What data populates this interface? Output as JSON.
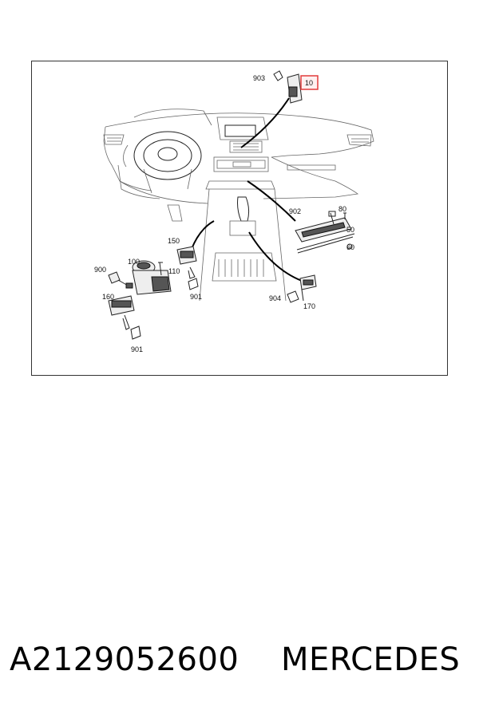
{
  "diagram": {
    "callouts": {
      "c903": "903",
      "c10": "10",
      "c902": "902",
      "c80": "80",
      "c50": "50",
      "c60": "60",
      "c150": "150",
      "c100": "100",
      "c110": "110",
      "c900": "900",
      "c901a": "901",
      "c160": "160",
      "c901b": "901",
      "c904": "904",
      "c170": "170"
    },
    "highlight_color": "#e23b3b"
  },
  "footer": {
    "part_number": "A2129052600",
    "brand": "MERCEDES"
  }
}
